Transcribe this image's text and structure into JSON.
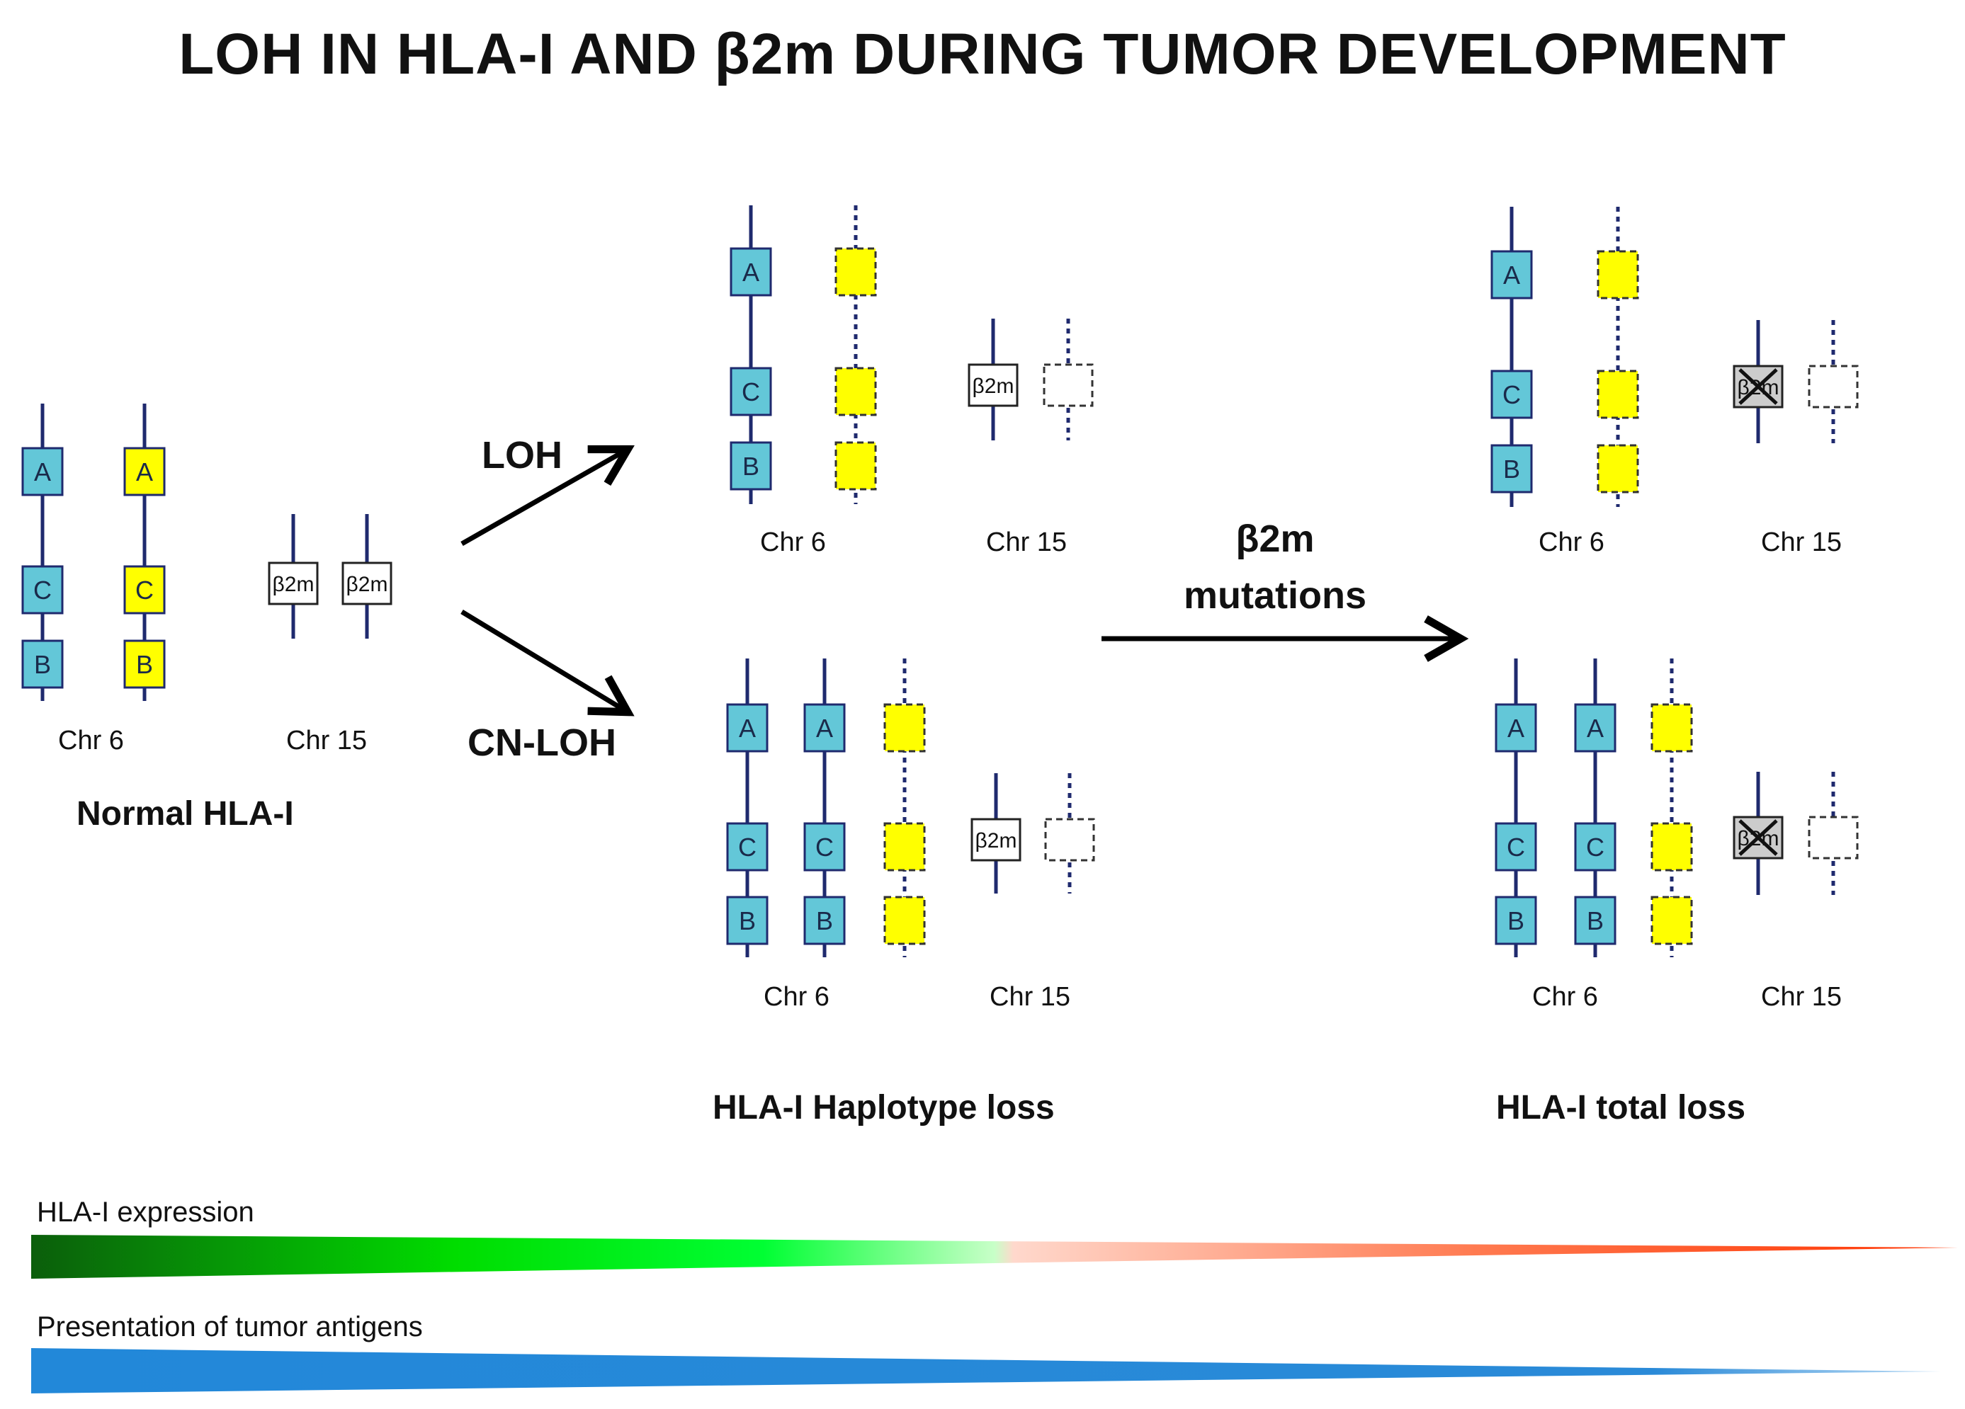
{
  "title": "LOH IN HLA-I AND β2m DURING TUMOR DEVELOPMENT",
  "arrows": {
    "loh": "LOH",
    "cn_loh": "CN-LOH",
    "b2m_line1": "β2m",
    "b2m_line2": "mutations"
  },
  "genes": {
    "a": "A",
    "b": "B",
    "c": "C",
    "b2m": "β2m"
  },
  "chr_labels": {
    "chr6": "Chr 6",
    "chr15": "Chr 15"
  },
  "stages": {
    "normal": "Normal HLA-I",
    "haplotype_loss": "HLA-I Haplotype loss",
    "total_loss": "HLA-I total loss"
  },
  "bars": {
    "expression_label": "HLA-I expression",
    "presentation_label": "Presentation of tumor  antigens"
  },
  "colors": {
    "chromosome_line": "#1f2a6e",
    "gene_blue": "#63c7d8",
    "gene_yellow": "#ffff00",
    "b2m_box": "#ffffff",
    "mutated_box": "#cccccc",
    "bar_green_dark": "#0b5e0b",
    "bar_green": "#00ee00",
    "bar_salmon": "#ffd0c0",
    "bar_red": "#ff3300",
    "bar_blue": "#2288d9"
  }
}
